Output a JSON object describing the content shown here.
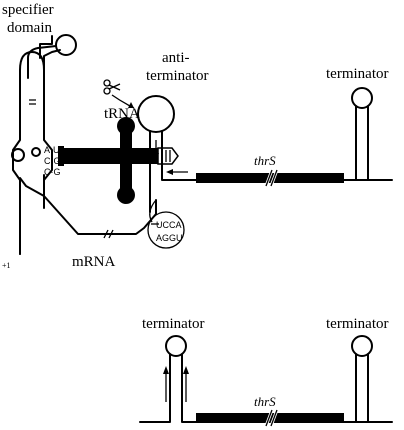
{
  "labels": {
    "specifier_domain_line1": "specifier",
    "specifier_domain_line2": "domain",
    "antiterminator_line1": "anti-",
    "antiterminator_line2": "terminator",
    "terminator_top": "terminator",
    "trna": "tRNA",
    "thrs_top": "thrS",
    "mrna": "mRNA",
    "plus_one": "+1",
    "terminator_bottom_left": "terminator",
    "terminator_bottom_right": "terminator",
    "thrs_bottom": "thrS"
  },
  "codon_pairs": {
    "row1": "A·U",
    "row2": "C·G",
    "row3": "C·G"
  },
  "ucca_box": {
    "top": "UCCA",
    "bottom": "AGGU"
  },
  "icons": {
    "scissors": "scissors-icon",
    "arrow": "arrow-icon"
  },
  "colors": {
    "ink": "#000000",
    "background": "#ffffff"
  }
}
